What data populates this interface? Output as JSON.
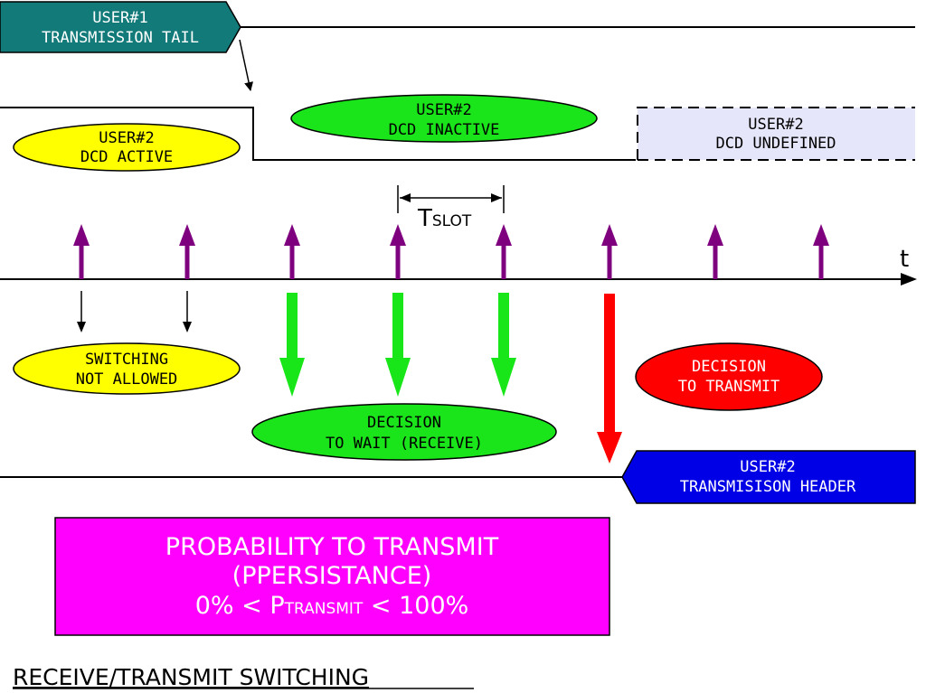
{
  "user1_tail": {
    "line1": "USER#1",
    "line2": "TRANSMISSION TAIL",
    "color": "#137a7a"
  },
  "dcd_active": {
    "line1": "USER#2",
    "line2": "DCD ACTIVE",
    "color": "#ffff00"
  },
  "dcd_inactive": {
    "line1": "USER#2",
    "line2": "DCD INACTIVE",
    "color": "#1ae51a"
  },
  "dcd_undefined": {
    "line1": "USER#2",
    "line2": "DCD UNDEFINED",
    "color": "#e6e6fa"
  },
  "tslot": {
    "main": "T",
    "sub": "SLOT"
  },
  "time_axis": {
    "label": "t"
  },
  "switching": {
    "line1": "SWITCHING",
    "line2": "NOT ALLOWED"
  },
  "wait": {
    "line1": "DECISION",
    "line2": "TO WAIT (RECEIVE)"
  },
  "transmit": {
    "line1": "DECISION",
    "line2": "TO TRANSMIT",
    "color": "#ff0000"
  },
  "user2_header": {
    "line1": "USER#2",
    "line2": "TRANSMISISON HEADER",
    "color": "#0000e6"
  },
  "probability": {
    "line1": "PROBABILITY TO TRANSMIT",
    "line2": "(PPERSISTANCE)",
    "line3_left": "0% < ",
    "line3_p": "P",
    "line3_sub": "TRANSMIT",
    "line3_right": " < 100%",
    "color": "#ff00ff"
  },
  "title": "RECEIVE/TRANSMIT SWITCHING",
  "colors": {
    "slot_arrow": "#7f007f",
    "wait_arrow": "#19e619"
  }
}
